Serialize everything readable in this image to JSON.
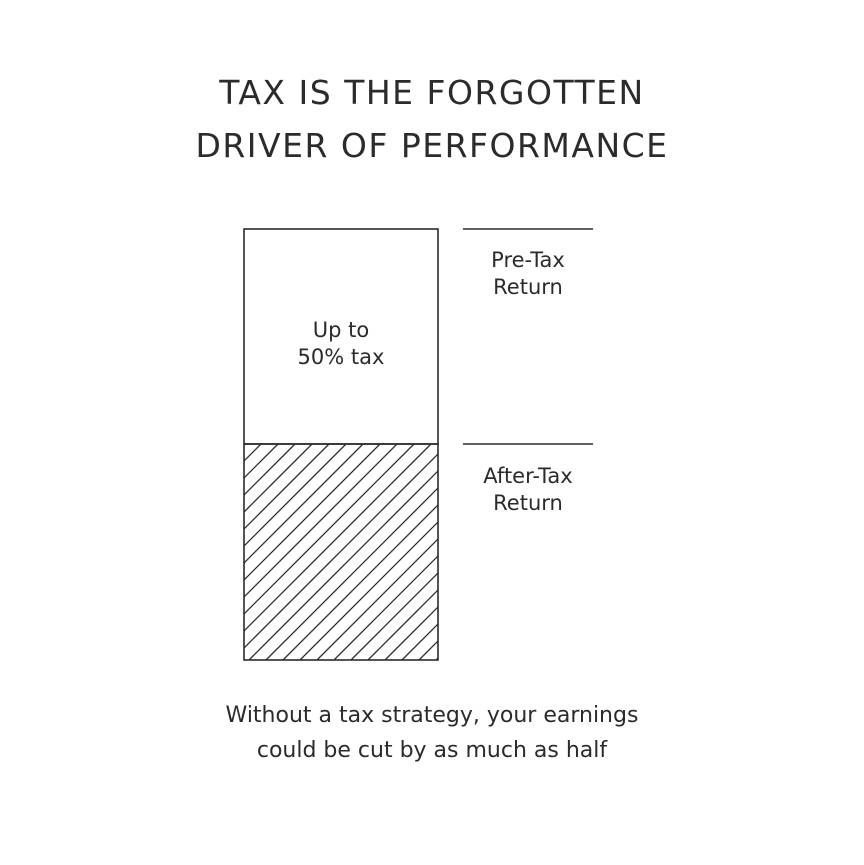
{
  "title": {
    "line1": "TAX IS THE FORGOTTEN",
    "line2": "DRIVER OF PERFORMANCE"
  },
  "diagram": {
    "tax_segment": {
      "line1": "Up to",
      "line2": "50% tax"
    },
    "pre_tax_label": {
      "line1": "Pre-Tax",
      "line2": "Return"
    },
    "after_tax_label": {
      "line1": "After-Tax",
      "line2": "Return"
    }
  },
  "caption": {
    "line1": "Without a tax strategy, your earnings",
    "line2": "could be cut by as much as half"
  },
  "colors": {
    "stroke": "#2b2b2b",
    "background": "#ffffff"
  }
}
